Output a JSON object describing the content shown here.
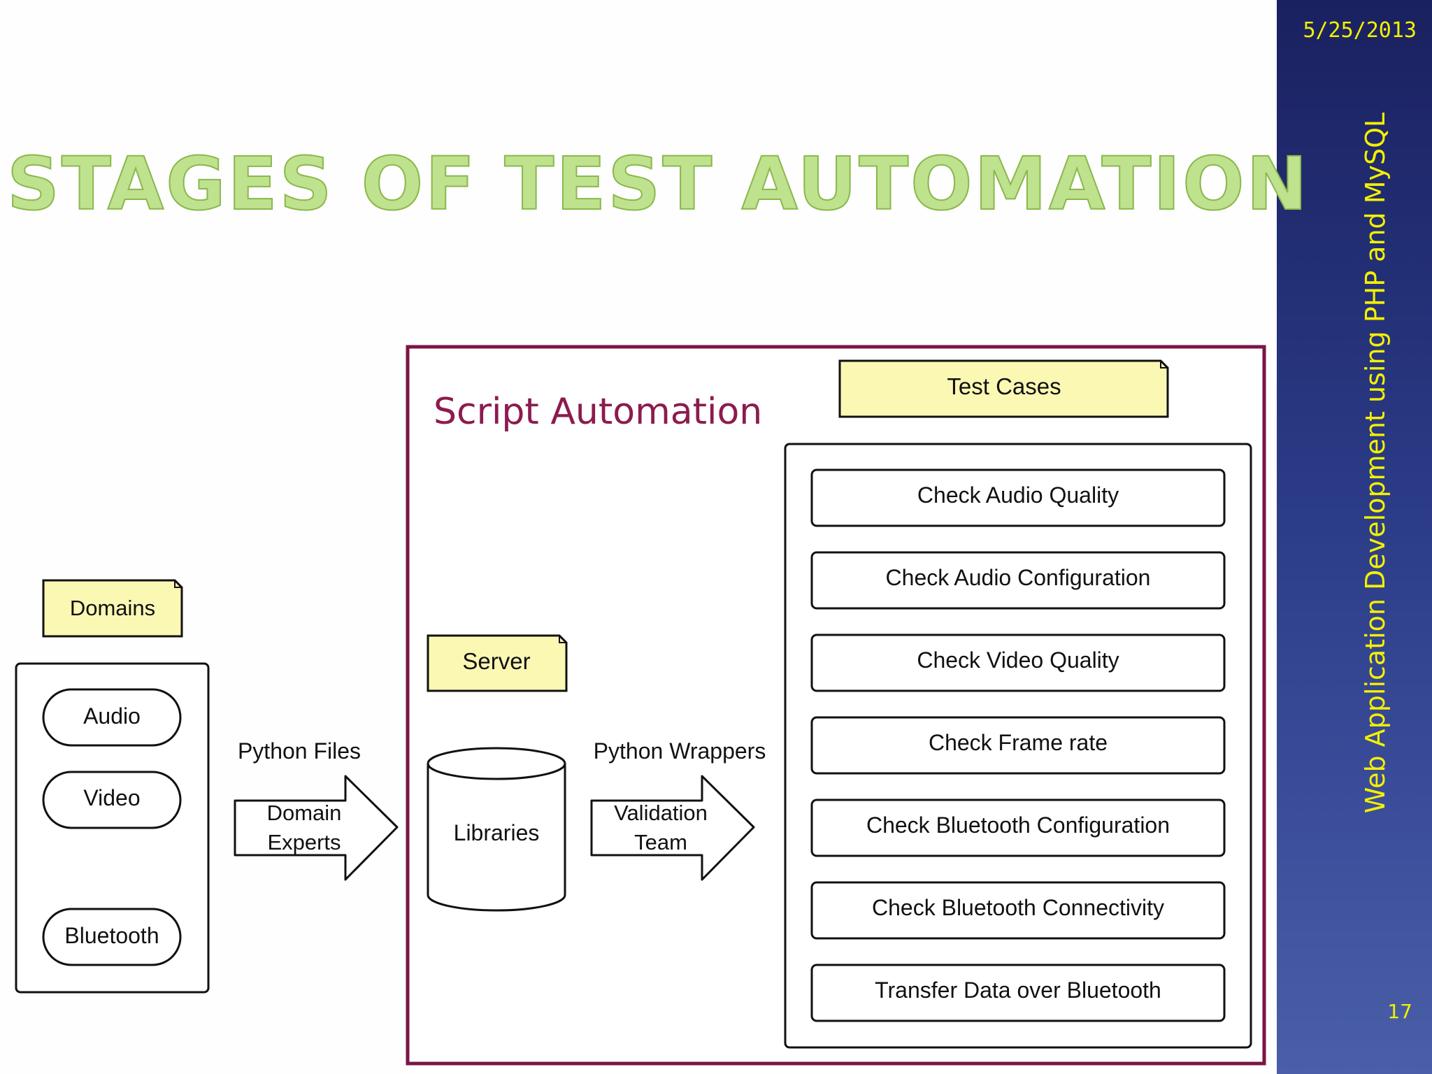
{
  "slide": {
    "title": "Stages of Test Automation",
    "date": "5/25/2013",
    "footer_vertical": "Web Application Development using PHP and MySQL",
    "page_number": "17"
  },
  "diagram": {
    "domains": {
      "label": "Domains",
      "items": [
        "Audio",
        "Video",
        "Bluetooth"
      ]
    },
    "arrow1": {
      "caption": "Python Files",
      "label_line1": "Domain",
      "label_line2": "Experts"
    },
    "script_automation": {
      "title": "Script Automation",
      "server_label": "Server",
      "libraries_label": "Libraries"
    },
    "arrow2": {
      "caption": "Python Wrappers",
      "label_line1": "Validation",
      "label_line2": "Team"
    },
    "test_cases": {
      "label": "Test Cases",
      "items": [
        "Check Audio Quality",
        "Check Audio Configuration",
        "Check Video Quality",
        "Check Frame rate",
        "Check Bluetooth Configuration",
        "Check Bluetooth Connectivity",
        "Transfer Data over Bluetooth"
      ]
    },
    "colors": {
      "note_fill": "#fbf8b4",
      "frame_border": "#7a1545",
      "title_color": "#8c1b4e"
    }
  }
}
